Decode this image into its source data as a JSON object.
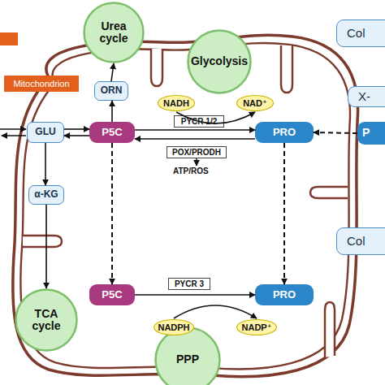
{
  "diagram": {
    "nodes": [
      {
        "text": [
          "Urea cycle"
        ]
      },
      {
        "text": [
          "Col"
        ]
      },
      {
        "text": [
          "Glycolysis"
        ]
      },
      {
        "text": [
          "Mitochondrion"
        ]
      },
      {
        "text": [
          "ORN"
        ]
      },
      {
        "text": [
          "NADH"
        ]
      },
      {
        "text": [
          "NAD⁺"
        ]
      },
      {
        "text": [
          "X-"
        ]
      },
      {
        "text": [
          "GLU"
        ]
      },
      {
        "text": [
          "P5C"
        ]
      },
      {
        "text": [
          "PYCR 1/2"
        ]
      },
      {
        "text": [
          "PRO"
        ]
      },
      {
        "text": [
          "P"
        ]
      },
      {
        "text": [
          "POX/PRODH"
        ]
      },
      {
        "text": [
          "α-KG"
        ]
      },
      {
        "text": [
          "Col"
        ]
      },
      {
        "text": [
          "TCA cycle"
        ]
      },
      {
        "text": [
          "P5C"
        ]
      },
      {
        "text": [
          "PYCR 3"
        ]
      },
      {
        "text": [
          "PRO"
        ]
      },
      {
        "text": [
          "NADPH"
        ]
      },
      {
        "text": [
          "NADP⁺"
        ]
      },
      {
        "text": [
          "PPP"
        ]
      }
    ],
    "edges": [
      {
        "from": 8,
        "to": 9,
        "arrow": "to"
      },
      {
        "from": 9,
        "to": 8,
        "arrow": "to"
      },
      {
        "from": 8,
        "to": 14,
        "arrow": "to"
      },
      {
        "from": 14,
        "to": 16,
        "arrow": "to"
      },
      {
        "from": 9,
        "to": 4,
        "arrow": "to"
      },
      {
        "from": 4,
        "to": 0,
        "arrow": "to"
      },
      {
        "from": 9,
        "to": 11,
        "arrow": "to"
      },
      {
        "from": 11,
        "to": 9,
        "arrow": "to"
      },
      {
        "from": 5,
        "to": 6,
        "arrow": "to"
      },
      {
        "from": 9,
        "to": 17,
        "arrow": "to"
      },
      {
        "from": 11,
        "to": 19,
        "arrow": "to"
      },
      {
        "from": 12,
        "to": 11,
        "arrow": "to"
      },
      {
        "from": 17,
        "to": 19,
        "arrow": "to"
      },
      {
        "from": 20,
        "to": 21,
        "arrow": "to"
      }
    ],
    "labels": [
      "ATP/ROS"
    ]
  }
}
